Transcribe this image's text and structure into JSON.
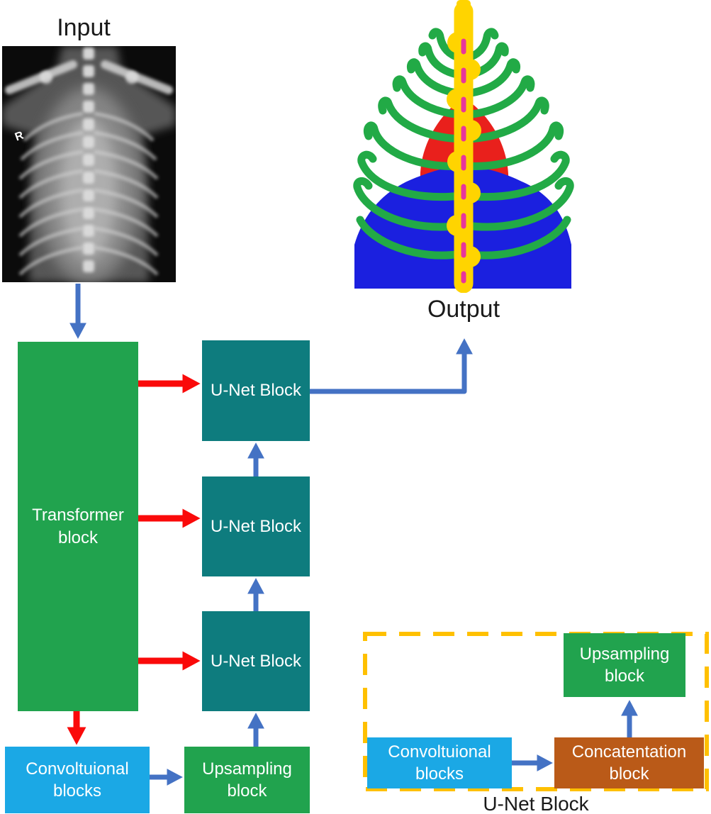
{
  "diagram": {
    "title_hint": "Transformer U-Net architecture for thoracic radiograph segmentation",
    "input_label": "Input",
    "output_label": "Output",
    "detail_caption": "U-Net Block",
    "nodes": {
      "transformer": {
        "label": "Transformer block"
      },
      "unet1": {
        "label": "U-Net Block"
      },
      "unet2": {
        "label": "U-Net Block"
      },
      "unet3": {
        "label": "U-Net Block"
      },
      "conv_main": {
        "label": "Convoltuional blocks"
      },
      "upsample_main": {
        "label": "Upsampling block"
      },
      "conv_detail": {
        "label": "Convoltuional blocks"
      },
      "concat_detail": {
        "label": "Concatentation block"
      },
      "upsample_detail": {
        "label": "Upsampling block"
      }
    },
    "edges": [
      {
        "from": "input-image",
        "to": "transformer-block",
        "color": "blue"
      },
      {
        "from": "transformer-block",
        "to": "unet-block-1",
        "color": "red"
      },
      {
        "from": "transformer-block",
        "to": "unet-block-2",
        "color": "red"
      },
      {
        "from": "transformer-block",
        "to": "unet-block-3",
        "color": "red"
      },
      {
        "from": "transformer-block",
        "to": "convolutional-blocks",
        "color": "red"
      },
      {
        "from": "convolutional-blocks",
        "to": "upsampling-block",
        "color": "blue"
      },
      {
        "from": "upsampling-block",
        "to": "unet-block-3",
        "color": "blue"
      },
      {
        "from": "unet-block-3",
        "to": "unet-block-2",
        "color": "blue"
      },
      {
        "from": "unet-block-2",
        "to": "unet-block-1",
        "color": "blue"
      },
      {
        "from": "unet-block-1",
        "to": "output-image",
        "color": "blue"
      },
      {
        "from": "detail-convolutional-blocks",
        "to": "detail-concatenation-block",
        "color": "blue"
      },
      {
        "from": "detail-concatenation-block",
        "to": "detail-upsampling-block",
        "color": "blue"
      }
    ]
  },
  "input_image": {
    "kind": "thoracic-xray-radiograph",
    "marker_label": "R"
  },
  "output_image": {
    "kind": "segmentation-map",
    "segments": {
      "spine": "#FFD400",
      "spinal_canal_dashes": "#E8359B",
      "ribs": "#22AA46",
      "heart": "#E9201C",
      "abdomen_lungs": "#1B20DF"
    }
  },
  "colors": {
    "green": "#21A34E",
    "teal": "#0E7C7E",
    "light_blue": "#1BA8E5",
    "brown": "#BA5A18",
    "dashed_border": "#FFC000",
    "arrow_blue": "#4472C4",
    "arrow_red": "#FA0A0A",
    "seg_spine_yellow": "#FFD400",
    "seg_rib_green": "#22AA46",
    "seg_heart_red": "#E9201C",
    "seg_lung_blue": "#1B20DF",
    "seg_dash_pink": "#E8359B",
    "label_text": "#1a1a1a",
    "node_text": "#ffffff"
  }
}
